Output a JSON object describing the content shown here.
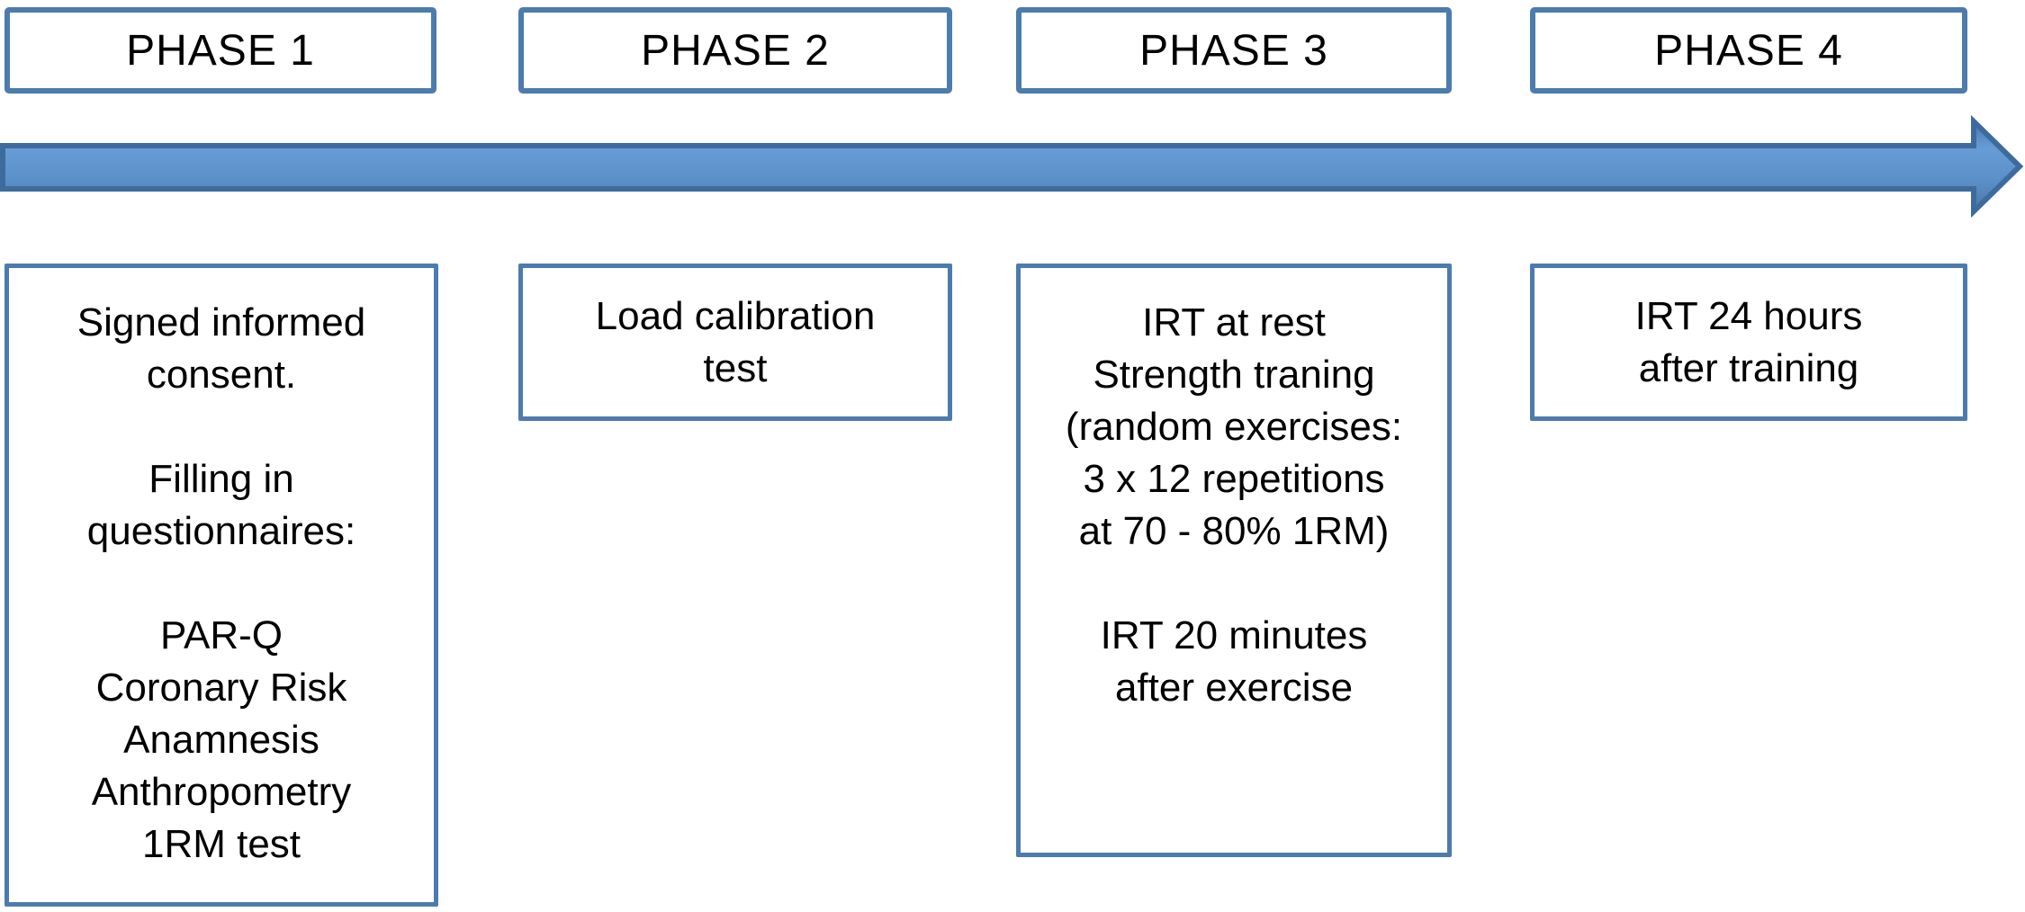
{
  "diagram": {
    "kind": "study-design-timeline",
    "direction": "left-to-right"
  },
  "colors": {
    "box_border": "#4d7bad",
    "arrow_border": "#3e6b9d",
    "arrow_fill": "#5b90c8",
    "arrow_fill_light": "#679cd6",
    "arrow_fill_dark": "#4a78a8",
    "text": "#000000",
    "background": "#ffffff"
  },
  "timeline_arrow": {
    "icon": "right-arrow",
    "spans_phases": [
      "PHASE 1",
      "PHASE 2",
      "PHASE 3",
      "PHASE 4"
    ]
  },
  "phases": [
    {
      "label": "PHASE 1",
      "lines": [
        "Signed informed",
        "consent.",
        "",
        "Filling in",
        "questionnaires:",
        "",
        "PAR-Q",
        "Coronary Risk",
        "Anamnesis",
        "Anthropometry",
        "1RM test"
      ]
    },
    {
      "label": "PHASE 2",
      "lines": [
        "Load calibration",
        "test"
      ]
    },
    {
      "label": "PHASE 3",
      "lines": [
        "IRT at rest",
        "Strength traning",
        "(random exercises:",
        "3 x 12 repetitions",
        "at 70 - 80% 1RM)",
        "",
        "IRT 20 minutes",
        "after exercise"
      ]
    },
    {
      "label": "PHASE 4",
      "lines": [
        "IRT 24 hours",
        "after training"
      ]
    }
  ]
}
